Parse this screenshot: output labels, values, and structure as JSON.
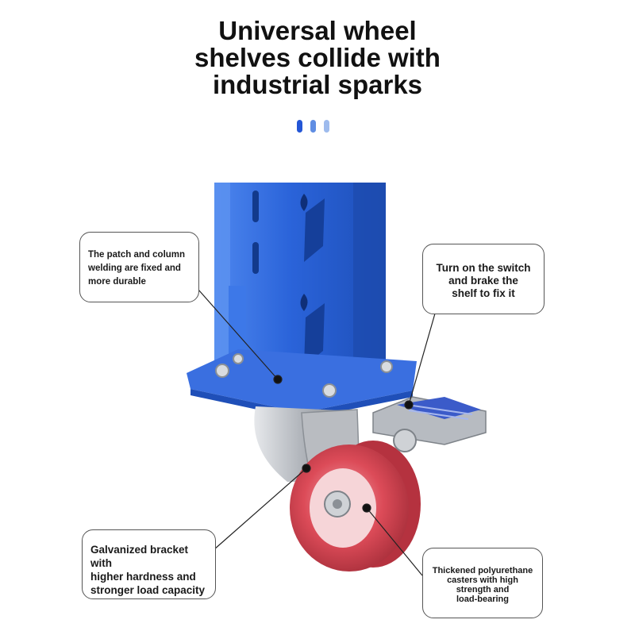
{
  "title_lines": [
    "Universal wheel",
    "shelves collide with",
    "industrial sparks"
  ],
  "colors": {
    "column_blue": "#2a63d9",
    "plate_blue": "#3a6fe0",
    "wheel_red": "#d94451",
    "steel": "#c3c6cb",
    "dot_1": "#2456d6",
    "dot_2": "#5f8de3",
    "dot_3": "#9ebbed"
  },
  "callouts": {
    "welding": [
      "The patch and column",
      "welding are fixed and",
      "more durable"
    ],
    "brake": [
      "Turn on the switch",
      "and brake the",
      "shelf to fix it"
    ],
    "bracket": [
      "Galvanized bracket with",
      "higher hardness and",
      "stronger load capacity"
    ],
    "casters": [
      "Thickened polyurethane",
      "casters with high",
      "strength and",
      "load-bearing"
    ]
  }
}
